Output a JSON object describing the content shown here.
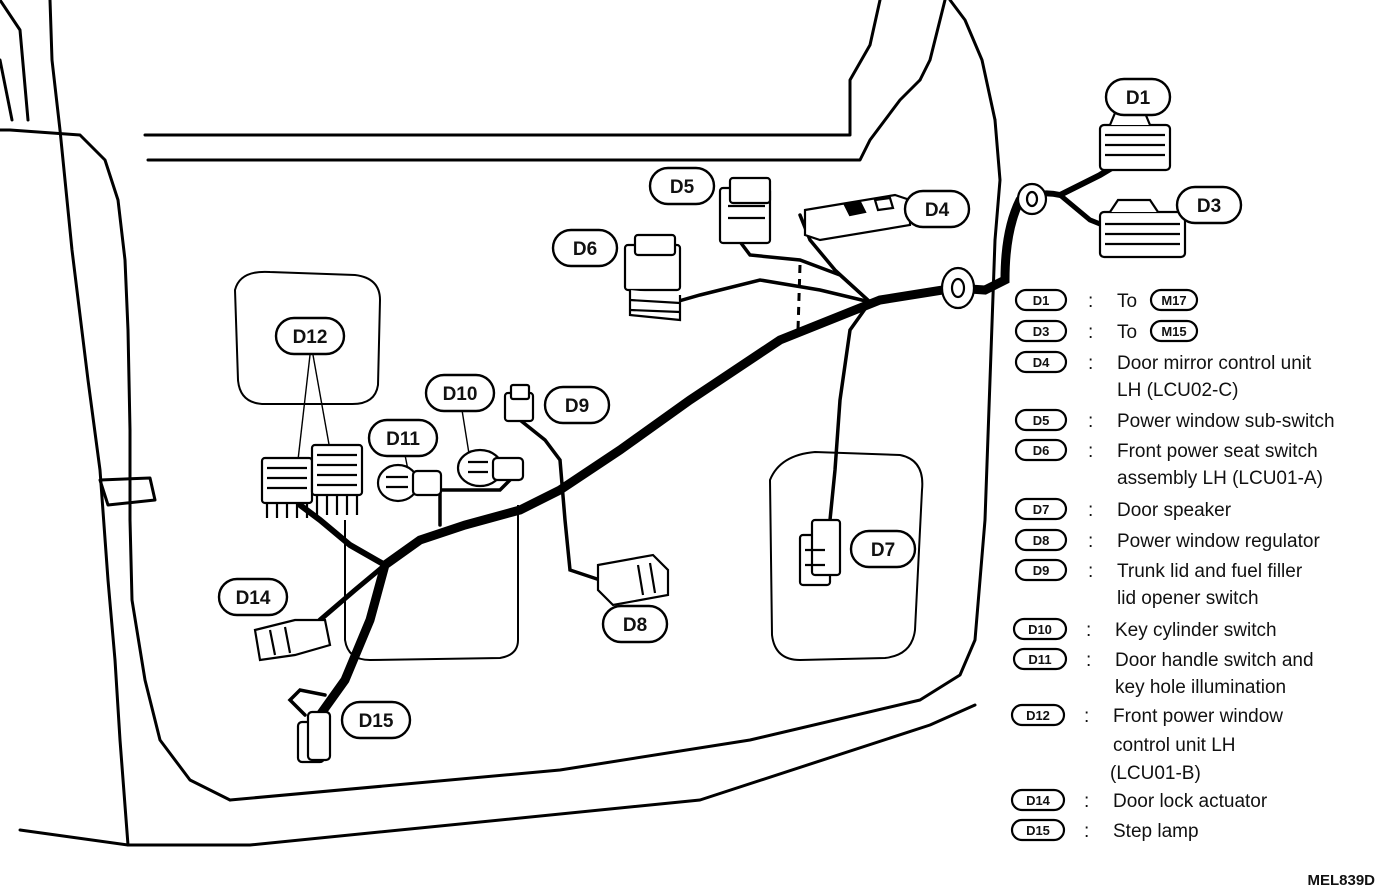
{
  "callouts": [
    {
      "code": "D1"
    },
    {
      "code": "D3"
    },
    {
      "code": "D4"
    },
    {
      "code": "D5"
    },
    {
      "code": "D6"
    },
    {
      "code": "D7"
    },
    {
      "code": "D8"
    },
    {
      "code": "D9"
    },
    {
      "code": "D10"
    },
    {
      "code": "D11"
    },
    {
      "code": "D12"
    },
    {
      "code": "D14"
    },
    {
      "code": "D15"
    }
  ],
  "legend": [
    {
      "code": "D1",
      "lines": [
        "To"
      ],
      "target": "M17"
    },
    {
      "code": "D3",
      "lines": [
        "To"
      ],
      "target": "M15"
    },
    {
      "code": "D4",
      "lines": [
        "Door mirror control unit",
        "LH (LCU02-C)"
      ]
    },
    {
      "code": "D5",
      "lines": [
        "Power window sub-switch"
      ]
    },
    {
      "code": "D6",
      "lines": [
        "Front power seat switch",
        "assembly LH (LCU01-A)"
      ]
    },
    {
      "code": "D7",
      "lines": [
        "Door speaker"
      ]
    },
    {
      "code": "D8",
      "lines": [
        "Power window regulator"
      ]
    },
    {
      "code": "D9",
      "lines": [
        "Trunk lid and fuel filler",
        "lid opener switch"
      ]
    },
    {
      "code": "D10",
      "lines": [
        "Key cylinder switch"
      ]
    },
    {
      "code": "D11",
      "lines": [
        "Door handle switch and",
        "key hole illumination"
      ]
    },
    {
      "code": "D12",
      "lines": [
        "Front power window",
        "control unit LH",
        "(LCU01-B)"
      ]
    },
    {
      "code": "D14",
      "lines": [
        "Door lock actuator"
      ]
    },
    {
      "code": "D15",
      "lines": [
        "Step lamp"
      ]
    }
  ],
  "legend_separator": ":",
  "figure_ref": "MEL839D"
}
